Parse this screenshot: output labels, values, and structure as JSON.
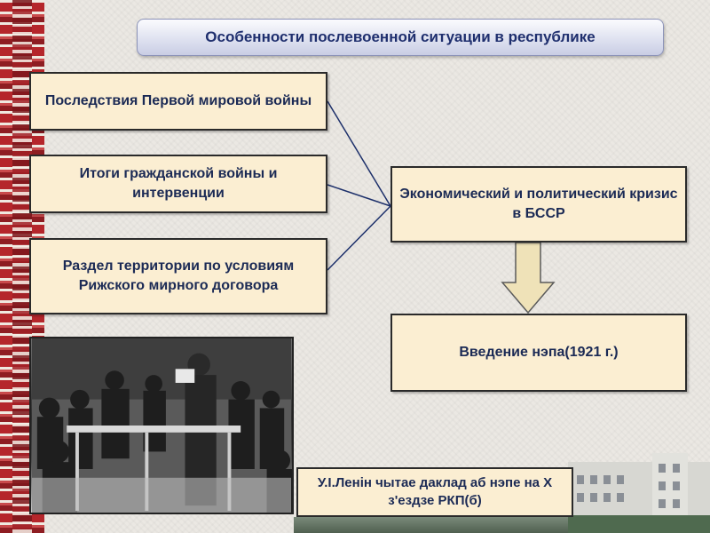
{
  "title": "Особенности послевоенной ситуации в республике",
  "causes": [
    "Последствия Первой мировой войны",
    "Итоги гражданской войны и интервенции",
    "Раздел территории по условиям Рижского мирного договора"
  ],
  "result": "Экономический и политический кризис в БССР",
  "outcome": "Введение нэпа(1921 г.)",
  "photo_caption": "У.І.Ленін чытае даклад аб нэпе на Х з'ездзе РКП(б)",
  "colors": {
    "box_fill": "#fbeed2",
    "text": "#1b2a55",
    "arrow_fill": "#efe2b8",
    "ornament_red": "#a52026"
  }
}
